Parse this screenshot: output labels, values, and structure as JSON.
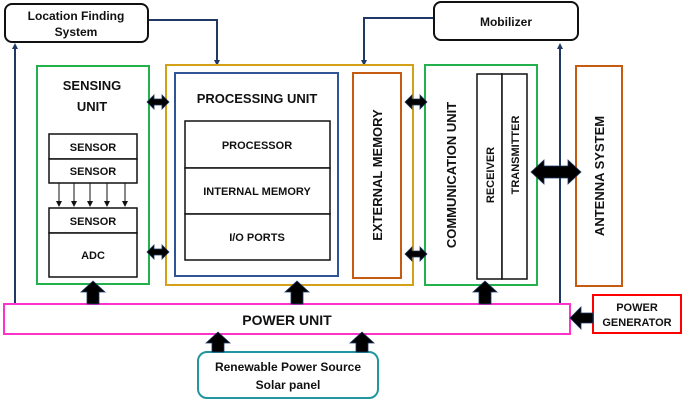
{
  "colors": {
    "sensing_border": "#22b14c",
    "processing_outer_border": "#d4a017",
    "processing_inner_border": "#2f5597",
    "external_memory_border": "#c55a11",
    "communication_border": "#22b14c",
    "antenna_border": "#c55a11",
    "power_unit_border": "#ff33cc",
    "power_generator_border": "#ff0000",
    "renewable_border": "#2196a0",
    "connector_line": "#1f3864",
    "arrow_fill": "#000000"
  },
  "location_finding": {
    "line1": "Location Finding",
    "line2": "System"
  },
  "mobilizer": {
    "label": "Mobilizer"
  },
  "sensing_unit": {
    "title_line1": "SENSING",
    "title_line2": "UNIT",
    "sensors": [
      "SENSOR",
      "SENSOR",
      "SENSOR"
    ],
    "adc": "ADC"
  },
  "processing_unit": {
    "title": "PROCESSING UNIT",
    "rows": [
      "PROCESSOR",
      "INTERNAL MEMORY",
      "I/O PORTS"
    ]
  },
  "external_memory": {
    "label": "EXTERNAL MEMORY"
  },
  "communication_unit": {
    "title": "COMMUNICATION UNIT",
    "receiver": "RECEIVER",
    "transmitter": "TRANSMITTER"
  },
  "antenna_system": {
    "label": "ANTENNA SYSTEM"
  },
  "power_unit": {
    "label": "POWER UNIT"
  },
  "power_generator": {
    "line1": "POWER",
    "line2": "GENERATOR"
  },
  "renewable": {
    "line1": "Renewable Power Source",
    "line2": "Solar panel"
  }
}
